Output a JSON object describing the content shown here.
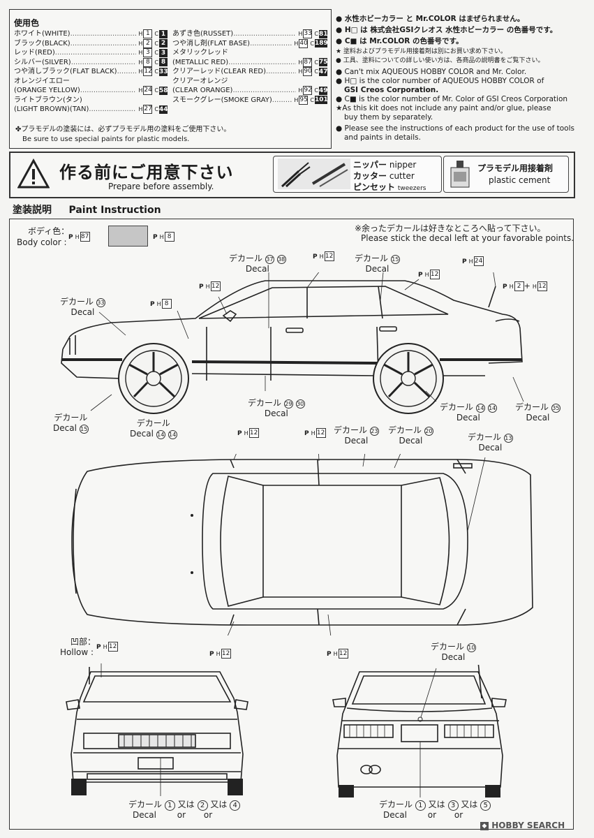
{
  "colors_box": {
    "title": "使用色",
    "left": [
      {
        "name": "ホワイト(WHITE)",
        "h": "1",
        "c": "1"
      },
      {
        "name": "ブラック(BLACK)",
        "h": "2",
        "c": "2"
      },
      {
        "name": "レッド(RED)",
        "h": "3",
        "c": "3"
      },
      {
        "name": "シルバー(SILVER)",
        "h": "8",
        "c": "8"
      },
      {
        "name": "つや消しブラック(FLAT BLACK)",
        "h": "12",
        "c": "33"
      },
      {
        "name": "オレンジイエロー",
        "h": "",
        "c": ""
      },
      {
        "name": "(ORANGE YELLOW)",
        "h": "24",
        "c": "58"
      },
      {
        "name": "ライトブラウン(タン)",
        "h": "",
        "c": ""
      },
      {
        "name": "(LIGHT BROWN)(TAN)",
        "h": "27",
        "c": "44"
      }
    ],
    "right": [
      {
        "name": "あずき色(RUSSET)",
        "h": "33",
        "c": "81"
      },
      {
        "name": "つや消し剤(FLAT BASE)",
        "h": "40",
        "c": "189"
      },
      {
        "name": "メタリックレッド",
        "h": "",
        "c": ""
      },
      {
        "name": "(METALLIC RED)",
        "h": "87",
        "c": "75"
      },
      {
        "name": "クリアーレッド(CLEAR RED)",
        "h": "90",
        "c": "47"
      },
      {
        "name": "クリアーオレンジ",
        "h": "",
        "c": ""
      },
      {
        "name": "(CLEAR ORANGE)",
        "h": "92",
        "c": "49"
      },
      {
        "name": "スモークグレー(SMOKE GRAY)",
        "h": "95",
        "c": "101"
      }
    ],
    "note_jp": "✤プラモデルの塗装には、必ずプラモデル用の塗料をご使用下さい。",
    "note_en": "Be sure to use special paints for plastic models.",
    "h_letter": "H",
    "c_letter": "C"
  },
  "info": {
    "line1": "● 水性ホビーカラー と Mr.COLOR はまぜられません。",
    "line2": "● H□ は 株式会社GSIクレオス 水性ホビーカラー の色番号です。",
    "line3": "● C■ は Mr.COLOR の色番号です。",
    "line4": "★ 塗料およびプラモデル用接着剤は別にお買い求め下さい。",
    "line5": "● 工具、塗料についての詳しい使い方は、各商品の説明書をご覧下さい。",
    "line6": "● Can't mix AQUEOUS HOBBY COLOR and Mr. Color.",
    "line7": "● H□ is the color number of AQUEOUS HOBBY COLOR of",
    "line8": "GSI Creos Corporation.",
    "line9": "● C■ is the color number of Mr. Color of GSI Creos Corporation",
    "line10": "★As this kit does not include any paint and/or glue, please",
    "line11": "buy them by separately.",
    "line12": "● Please see the instructions of each product for the use of tools",
    "line13": "and paints in details."
  },
  "banner": {
    "title": "作る前にご用意下さい",
    "subtitle": "Prepare before assembly.",
    "tools": [
      {
        "jp": "ニッパー",
        "en": "nipper"
      },
      {
        "jp": "カッター",
        "en": "cutter"
      },
      {
        "jp": "ピンセット",
        "en": "tweezers"
      }
    ],
    "cement_jp": "プラモデル用接着剤",
    "cement_en": "plastic cement"
  },
  "section": {
    "title_jp": "塗装説明",
    "title_en": "Paint Instruction"
  },
  "paint": {
    "body_color_jp": "ボディ色：",
    "body_color_en": "Body color :",
    "body_ref": "87",
    "swatch_ref": "8",
    "decal_note_jp": "※余ったデカールは好きなところへ貼って下さい。",
    "decal_note_en": "Please stick the decal left at your favorable points.",
    "decal_jp": "デカール",
    "decal_en": "Decal",
    "hollow_jp": "凹部：",
    "hollow_en": "Hollow :",
    "or_jp": "又は",
    "or_en": "or",
    "p": "P",
    "h": "H",
    "plus": "+",
    "side": {
      "d37": "37",
      "d38": "38",
      "d15": "15",
      "d33": "33",
      "d29": "29",
      "d30": "30",
      "d14": "14",
      "d14b": "14",
      "d35": "35",
      "d15b": "15",
      "d14c": "14",
      "d14d": "14",
      "r12a": "12",
      "r12b": "12",
      "r12c": "12",
      "r8": "8",
      "r24": "24",
      "r2": "2",
      "r12d": "12"
    },
    "top": {
      "d23": "23",
      "d20": "20",
      "d13": "13",
      "r12a": "12",
      "r12b": "12",
      "r12c": "12",
      "r12d": "12"
    },
    "front": {
      "r12": "12",
      "n1": "1",
      "n2": "2",
      "n4": "4"
    },
    "rear": {
      "d10": "10",
      "n1": "1",
      "n3": "3",
      "n5": "5"
    }
  },
  "watermark": "HOBBY SEARCH"
}
